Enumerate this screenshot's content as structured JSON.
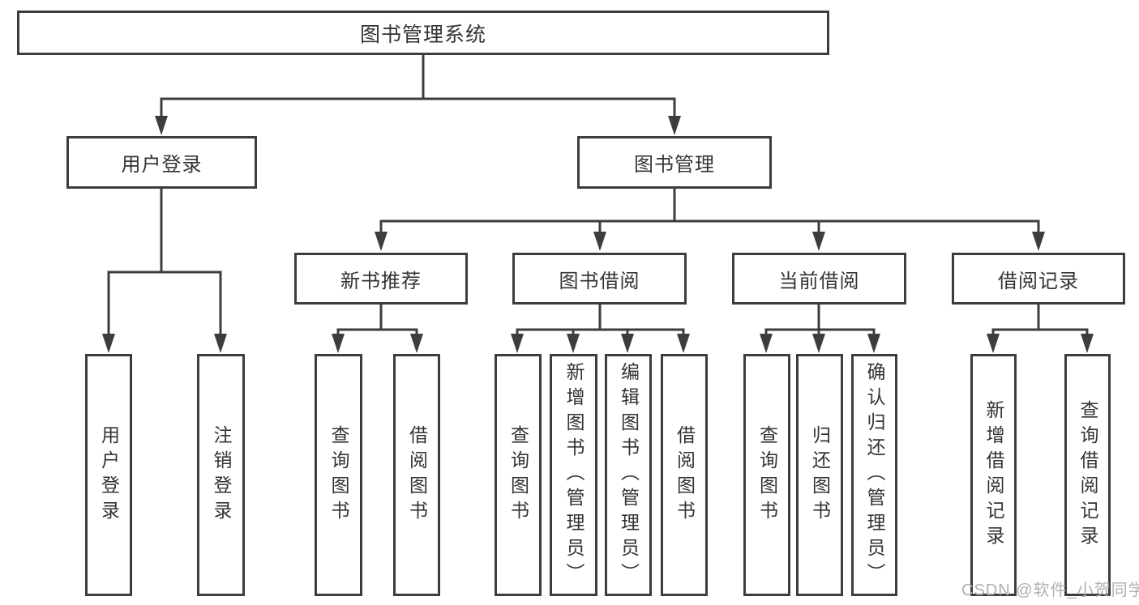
{
  "diagram": {
    "root": {
      "label": "图书管理系统"
    },
    "level2": [
      {
        "label": "用户登录"
      },
      {
        "label": "图书管理"
      }
    ],
    "level3": [
      {
        "label": "新书推荐"
      },
      {
        "label": "图书借阅"
      },
      {
        "label": "当前借阅"
      },
      {
        "label": "借阅记录"
      }
    ],
    "leaves": {
      "user_login": {
        "label": "用户登录"
      },
      "logout": {
        "label": "注销登录"
      },
      "nb_query": {
        "label": "查询图书"
      },
      "nb_borrow": {
        "label": "借阅图书"
      },
      "bb_query": {
        "label": "查询图书"
      },
      "bb_add": {
        "label": "新增图书（管理员）"
      },
      "bb_edit": {
        "label": "编辑图书（管理员）"
      },
      "bb_borrow": {
        "label": "借阅图书"
      },
      "cb_query": {
        "label": "查询图书"
      },
      "cb_return": {
        "label": "归还图书"
      },
      "cb_confirm": {
        "label": "确认归还（管理员）"
      },
      "br_add": {
        "label": "新增借阅记录"
      },
      "br_query": {
        "label": "查询借阅记录"
      }
    }
  },
  "watermark": "CSDN @软件_小贺同学",
  "colors": {
    "line": "#3d3d3d",
    "text": "#333333",
    "watermark": "#b0b0b0",
    "background": "#ffffff"
  }
}
